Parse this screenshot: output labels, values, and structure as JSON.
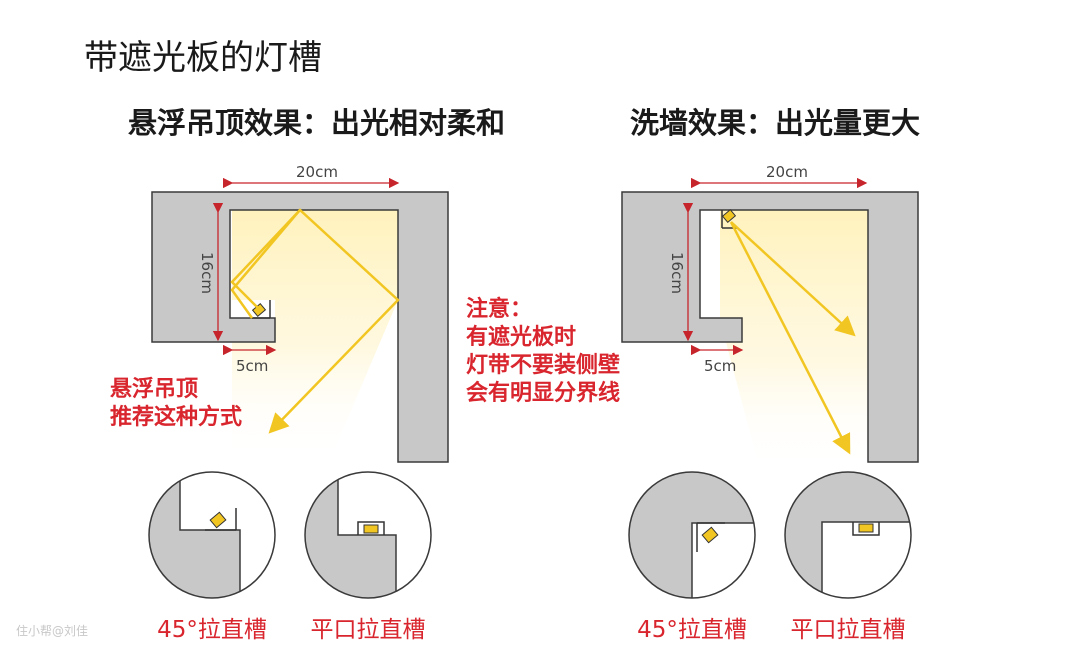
{
  "page": {
    "title": "带遮光板的灯槽",
    "watermark": "住小帮@刘佳"
  },
  "left_panel": {
    "subtitle": "悬浮吊顶效果：出光相对柔和",
    "dim_width": "20cm",
    "dim_height": "16cm",
    "dim_lip": "5cm",
    "note_lines": [
      "悬浮吊顶",
      "推荐这种方式"
    ],
    "caption_1": "45°拉直槽",
    "caption_2": "平口拉直槽"
  },
  "center_note": {
    "lines": [
      "注意：",
      "有遮光板时",
      "灯带不要装侧壁",
      "会有明显分界线"
    ]
  },
  "right_panel": {
    "subtitle": "洗墙效果：出光量更大",
    "dim_width": "20cm",
    "dim_height": "16cm",
    "dim_lip": "5cm",
    "caption_1": "45°拉直槽",
    "caption_2": "平口拉直槽"
  },
  "colors": {
    "wall": "#c8c8c8",
    "wall_stroke": "#3a3a3a",
    "glow": "#fff3c4",
    "ray": "#f2c622",
    "dimension": "#c7252c",
    "note_red": "#d9262e"
  }
}
